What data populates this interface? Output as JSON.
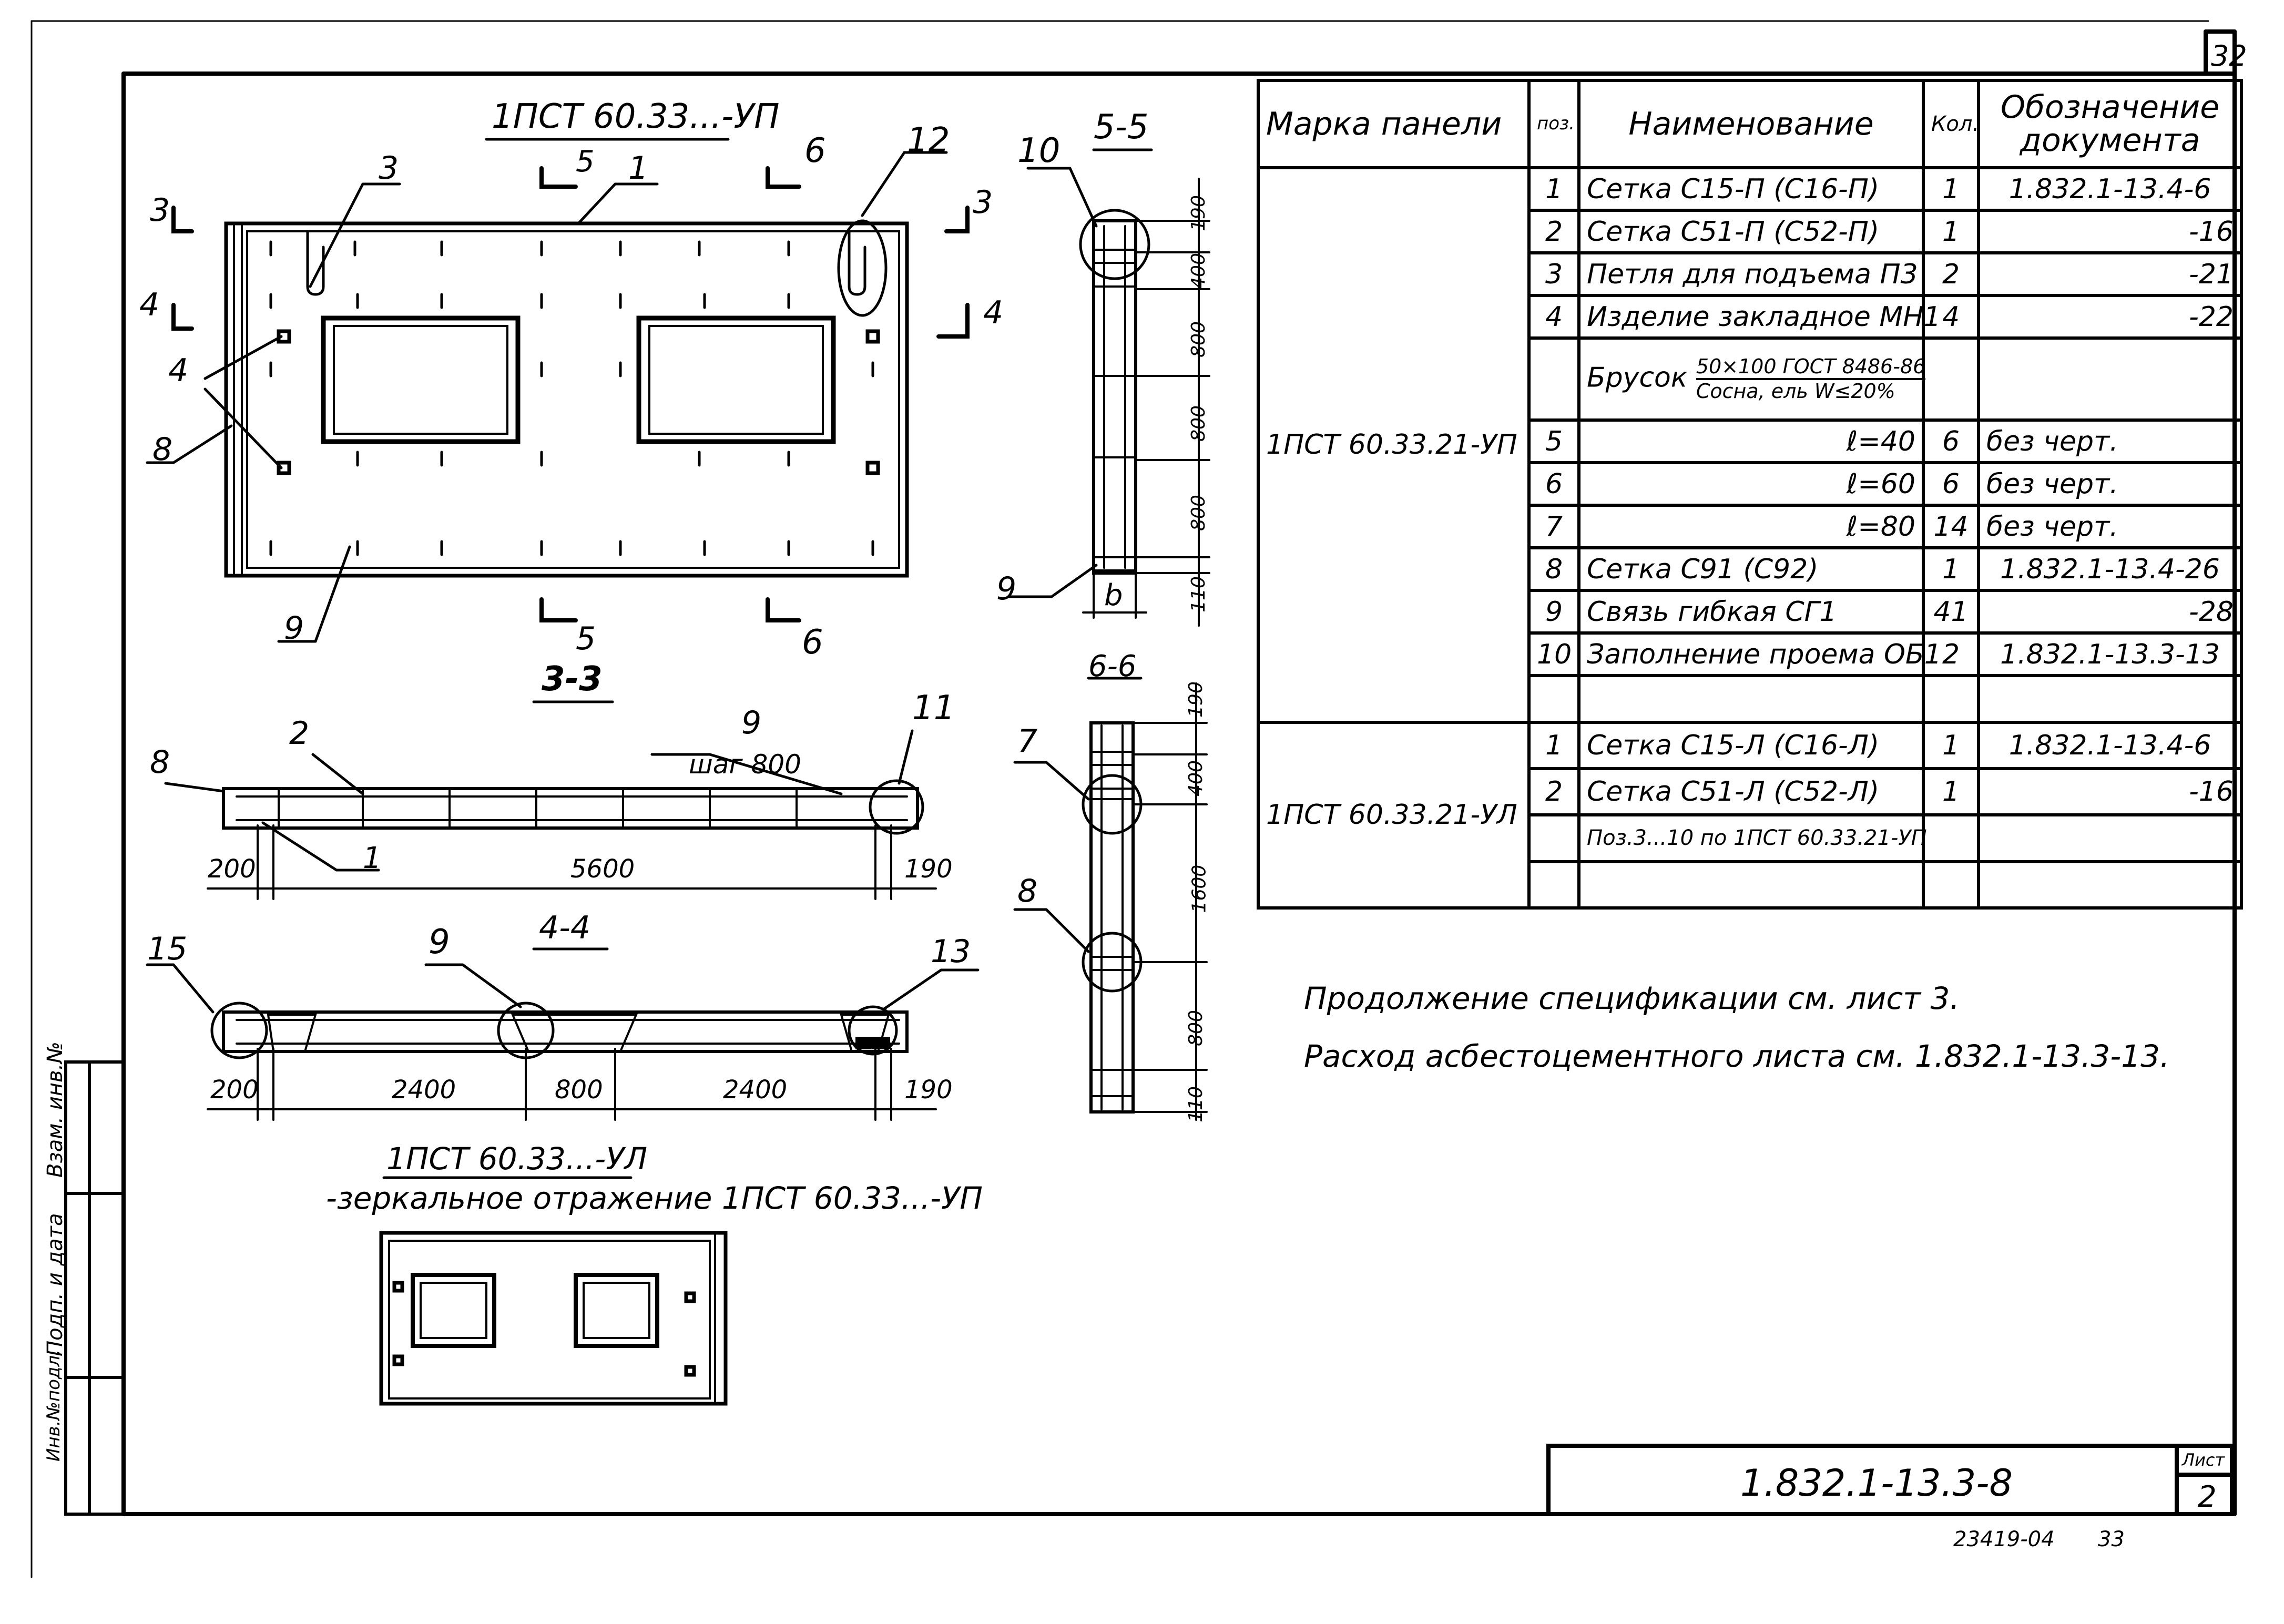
{
  "sheet": {
    "page_number": "32",
    "document_code": "1.832.1-13.3-8",
    "sheet_label": "Лист",
    "sheet_number": "2",
    "archive_number": "23419-04",
    "archive_page": "33"
  },
  "stamp_side": {
    "col1": "Инв.№подл.",
    "col2": "Подп. и дата",
    "col3": "Взам. инв.№"
  },
  "drawing": {
    "main_view_title": "1ПСТ 60.33...-УП",
    "section_3_3": "3-3",
    "section_4_4": "4-4",
    "section_5_5": "5-5",
    "section_6_6": "6-6",
    "mirror_title": "1ПСТ 60.33...-УЛ",
    "mirror_caption": "-зеркальное отражение 1ПСТ 60.33...-УП",
    "step_label": "шаг 800",
    "cut_marks": {
      "c3": "3",
      "c4": "4",
      "c5": "5",
      "c6": "6"
    },
    "callouts_main": [
      "3",
      "1",
      "12",
      "4",
      "8",
      "9"
    ],
    "callouts_3_3": [
      "8",
      "2",
      "9",
      "11",
      "1"
    ],
    "callouts_4_4": [
      "15",
      "9",
      "13"
    ],
    "callouts_5_5": [
      "10",
      "9"
    ],
    "callouts_6_6": [
      "7",
      "8"
    ],
    "dims_3_3": [
      "200",
      "5600",
      "190"
    ],
    "dims_4_4": [
      "200",
      "2400",
      "800",
      "2400",
      "190"
    ],
    "dims_5_5": [
      "190",
      "400",
      "800",
      "800",
      "800",
      "110"
    ],
    "dims_5_5_width": "b",
    "dims_6_6": [
      "190",
      "400",
      "1600",
      "800",
      "110"
    ]
  },
  "spec": {
    "headers": {
      "mark": "Марка панели",
      "pos": "поз.",
      "name": "Наименование",
      "qty": "Кол.",
      "doc": "Обозначение документа"
    },
    "group1_mark": "1ПСТ 60.33.21-УП",
    "group1_rows": [
      {
        "pos": "1",
        "name": "Сетка С15-П (С16-П)",
        "qty": "1",
        "doc": "1.832.1-13.4-6"
      },
      {
        "pos": "2",
        "name": "Сетка С51-П (С52-П)",
        "qty": "1",
        "doc": "-16"
      },
      {
        "pos": "3",
        "name": "Петля для подъема П3",
        "qty": "2",
        "doc": "-21"
      },
      {
        "pos": "4",
        "name": "Изделие закладное МН1",
        "qty": "4",
        "doc": "-22"
      }
    ],
    "brusok": {
      "label": "Брусок",
      "line1": "50×100 ГОСТ 8486-86",
      "line2": "Сосна, ель W≤20%"
    },
    "group1_rows2": [
      {
        "pos": "5",
        "name": "ℓ=40",
        "qty": "6",
        "doc": "без черт."
      },
      {
        "pos": "6",
        "name": "ℓ=60",
        "qty": "6",
        "doc": "без черт."
      },
      {
        "pos": "7",
        "name": "ℓ=80",
        "qty": "14",
        "doc": "без черт."
      },
      {
        "pos": "8",
        "name": "Сетка С91 (С92)",
        "qty": "1",
        "doc": "1.832.1-13.4-26"
      },
      {
        "pos": "9",
        "name": "Связь гибкая СГ1",
        "qty": "41",
        "doc": "-28"
      },
      {
        "pos": "10",
        "name": "Заполнение проема ОБ1",
        "qty": "2",
        "doc": "1.832.1-13.3-13"
      }
    ],
    "group2_mark": "1ПСТ 60.33.21-УЛ",
    "group2_rows": [
      {
        "pos": "1",
        "name": "Сетка С15-Л (С16-Л)",
        "qty": "1",
        "doc": "1.832.1-13.4-6"
      },
      {
        "pos": "2",
        "name": "Сетка С51-Л (С52-Л)",
        "qty": "1",
        "doc": "-16"
      },
      {
        "pos": "",
        "name": "Поз.3...10 по 1ПСТ 60.33.21-УП",
        "qty": "",
        "doc": ""
      }
    ]
  },
  "notes": {
    "line1": "Продолжение спецификации см. лист 3.",
    "line2": "Расход асбестоцементного листа см. 1.832.1-13.3-13."
  }
}
